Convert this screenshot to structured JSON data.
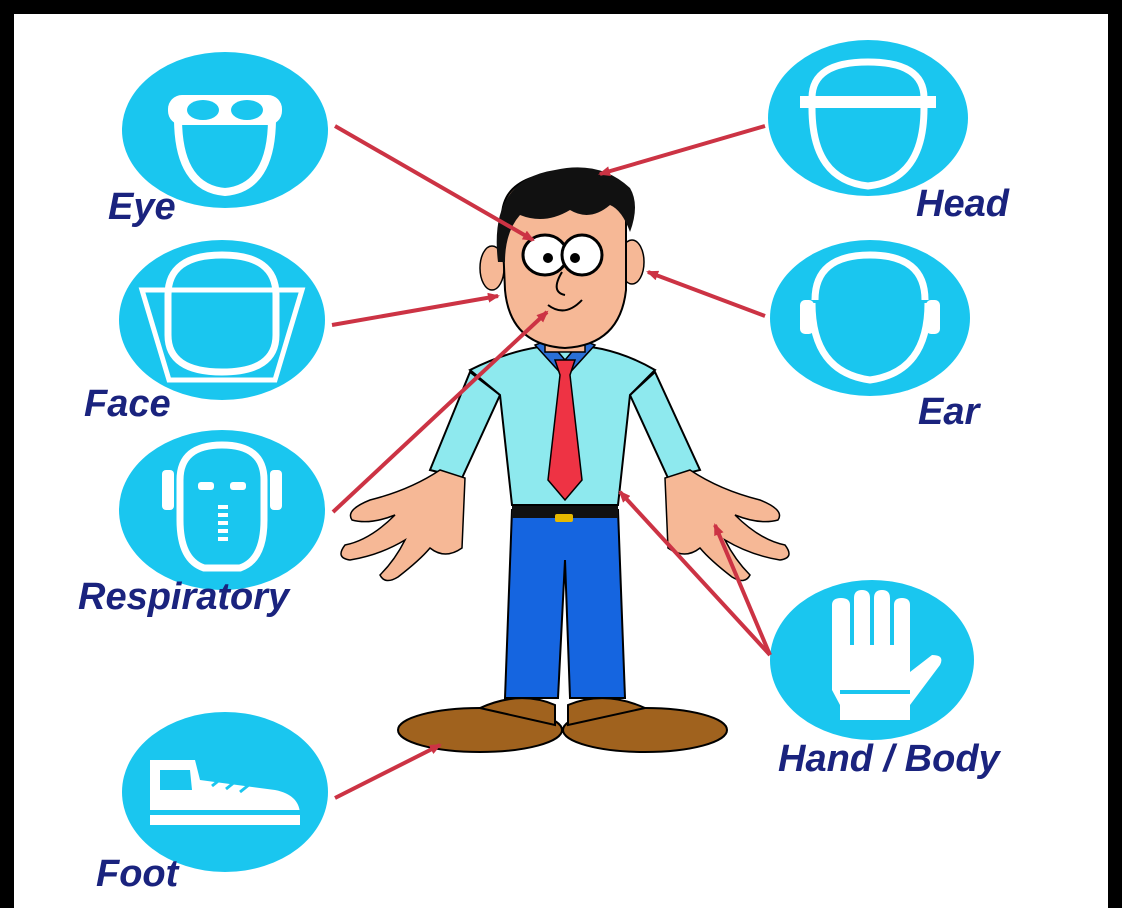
{
  "labels": {
    "eye": "Eye",
    "face": "Face",
    "respiratory": "Respiratory",
    "foot": "Foot",
    "head": "Head",
    "ear": "Ear",
    "hand_body": "Hand / Body"
  },
  "colors": {
    "icon_fill": "#1ac6ef",
    "label_text": "#1a237e",
    "arrow": "#cc3344",
    "border": "#000000"
  },
  "icons": [
    "goggles-icon",
    "face-shield-icon",
    "respirator-icon",
    "safety-boot-icon",
    "hard-hat-icon",
    "ear-muffs-icon",
    "glove-icon"
  ]
}
